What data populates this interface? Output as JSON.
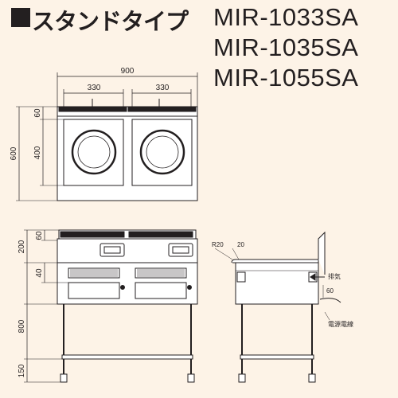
{
  "header": {
    "title": "スタンドタイプ",
    "models": [
      "MIR-1033SA",
      "MIR-1035SA",
      "MIR-1055SA"
    ]
  },
  "top_view": {
    "dims": {
      "width": "900",
      "left_zone": "330",
      "right_zone": "330",
      "depth": "600",
      "rear": "60",
      "zone_depth": "400"
    }
  },
  "front_view": {
    "dims": {
      "top": "200",
      "top_inner": "60",
      "gap": "40",
      "height": "800",
      "bottom": "150"
    }
  },
  "side_view": {
    "dims": {
      "radius": "R20",
      "edge": "20",
      "exhaust_dim": "60"
    },
    "labels": {
      "exhaust": "排気",
      "power_cable": "電源電線"
    }
  },
  "colors": {
    "ink": "#231f20",
    "background": "#fdf3e7",
    "panel": "#ffffff"
  }
}
